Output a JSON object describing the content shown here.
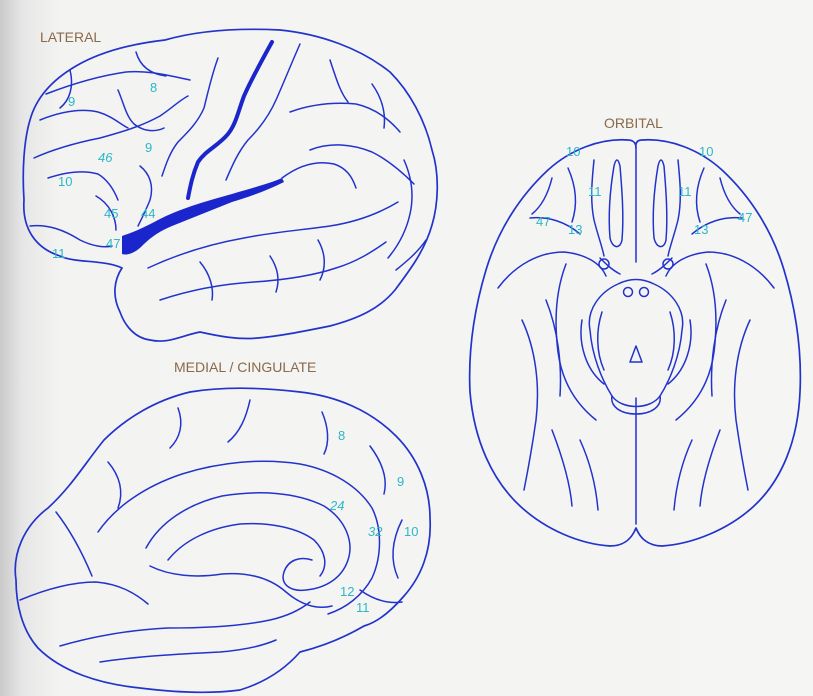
{
  "panels": {
    "lateral": {
      "title": "LATERAL",
      "areas": {
        "a8": "8",
        "a9a": "9",
        "a9b": "9",
        "a46": "46",
        "a10": "10",
        "a45": "45",
        "a44": "44",
        "a47": "47",
        "a11": "11"
      }
    },
    "medial": {
      "title": "MEDIAL / CINGULATE",
      "areas": {
        "a8": "8",
        "a9": "9",
        "a24": "24",
        "a32": "32",
        "a10": "10",
        "a12": "12",
        "a11": "11"
      }
    },
    "orbital": {
      "title": "ORBITAL",
      "areas": {
        "l10": "10",
        "r10": "10",
        "l11": "11",
        "r11": "11",
        "l47": "47",
        "r47": "47",
        "l13": "13",
        "r13": "13"
      }
    }
  },
  "colors": {
    "outline": "#2233cc",
    "area_label": "#2bb8c8",
    "title": "#8a6a4a"
  }
}
